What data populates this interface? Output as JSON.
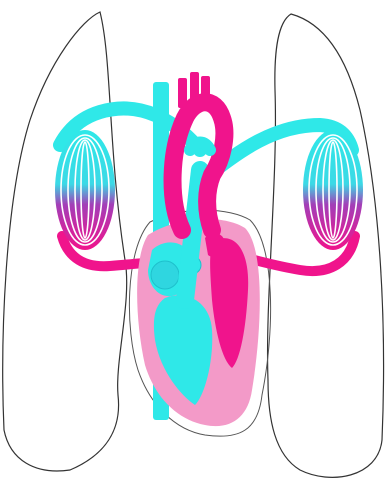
{
  "diagram": {
    "subject": "heart-and-lungs-circulation",
    "labels": [],
    "colors": {
      "deoxygenated": "#2fe8e8",
      "oxygenated": "#f0148c",
      "pericardium": "#f39ac8",
      "lung_outline": "#333333",
      "background": "#ffffff"
    },
    "icons": [
      "left-lung-outline",
      "right-lung-outline",
      "heart",
      "aorta",
      "vena-cava",
      "pulmonary-artery",
      "pulmonary-veins",
      "capillary-network"
    ]
  }
}
